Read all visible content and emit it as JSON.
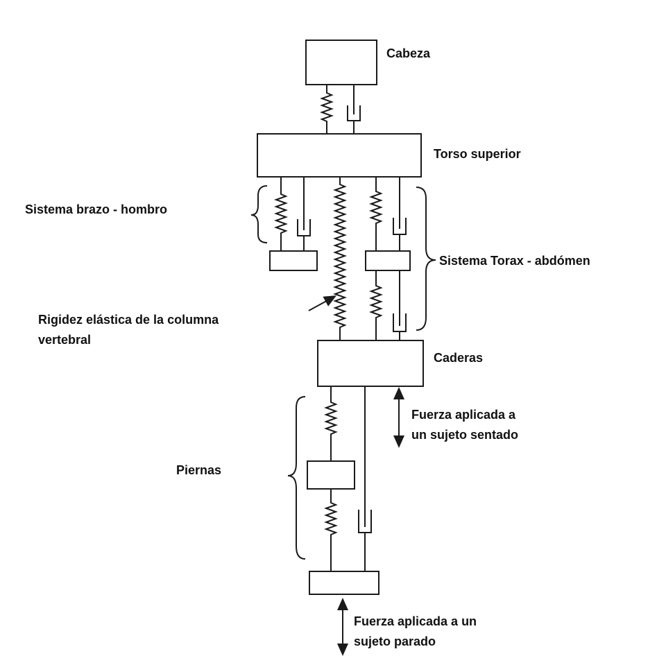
{
  "labels": {
    "cabeza": "Cabeza",
    "torso_superior": "Torso superior",
    "brazo_hombro": "Sistema brazo - hombro",
    "torax_abdomen": "Sistema Torax - abdómen",
    "rigidez_line1": "Rigidez elástica de la columna",
    "rigidez_line2": "vertebral",
    "caderas": "Caderas",
    "fuerza_sentado_line1": "Fuerza aplicada a",
    "fuerza_sentado_line2": "un sujeto sentado",
    "piernas": "Piernas",
    "fuerza_parado_line1": "Fuerza aplicada a un",
    "fuerza_parado_line2": "sujeto parado"
  },
  "colors": {
    "ink": "#1a1a1a",
    "background": "#ffffff"
  }
}
